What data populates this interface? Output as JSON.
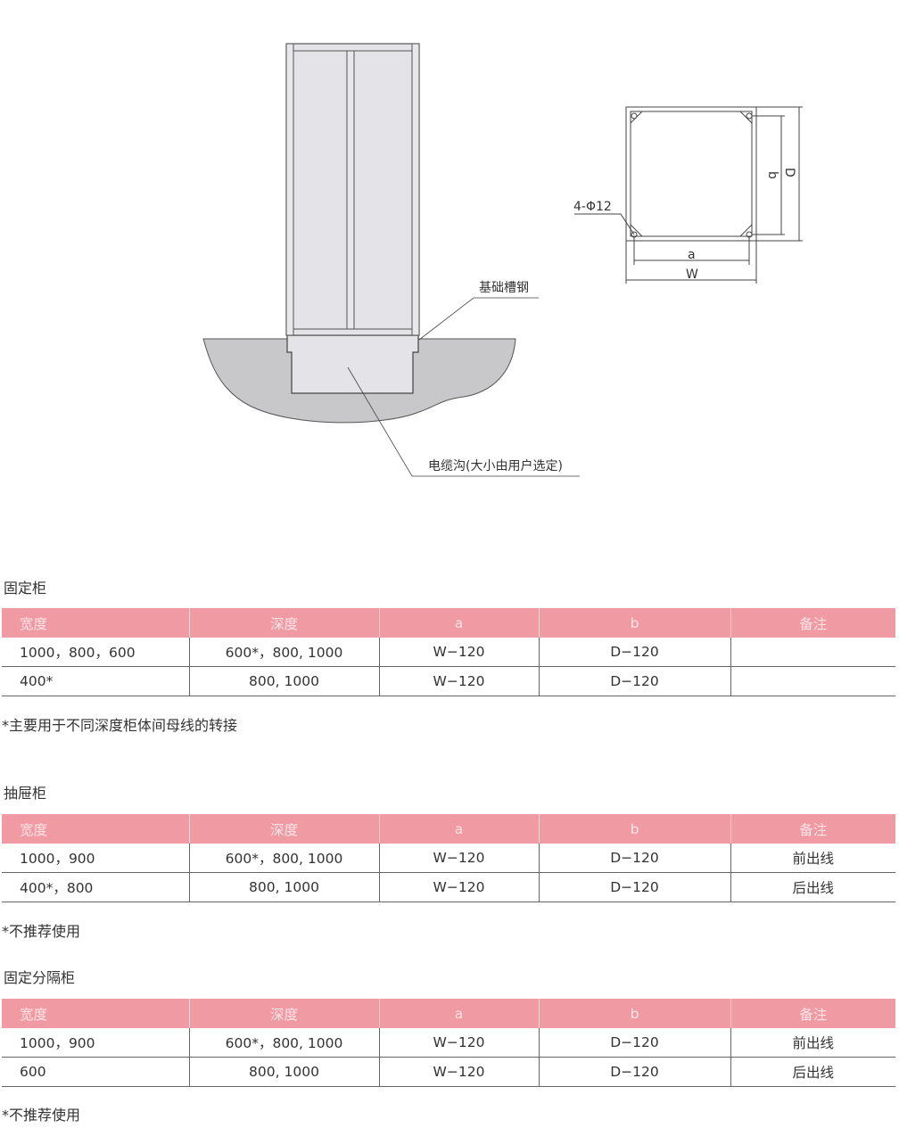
{
  "diagram": {
    "label_channel_steel": "基础槽钢",
    "label_cable_trench": "电缆沟(大小由用户选定)",
    "label_holes": "4-Φ12",
    "label_a": "a",
    "label_b": "b",
    "label_W": "W",
    "label_D": "D"
  },
  "columns": [
    "宽度",
    "深度",
    "a",
    "b",
    "备注"
  ],
  "sections": [
    {
      "title": "固定柜",
      "rows": [
        [
          "1000，800，600",
          "600*，800, 1000",
          "W−120",
          "D−120",
          ""
        ],
        [
          "400*",
          "800, 1000",
          "W−120",
          "D−120",
          ""
        ]
      ],
      "note": "*主要用于不同深度柜体间母线的转接"
    },
    {
      "title": "抽屉柜",
      "rows": [
        [
          "1000，900",
          "600*，800, 1000",
          "W−120",
          "D−120",
          "前出线"
        ],
        [
          "400*，800",
          "800, 1000",
          "W−120",
          "D−120",
          "后出线"
        ]
      ],
      "note": "*不推荐使用"
    },
    {
      "title": "固定分隔柜",
      "rows": [
        [
          "1000，900",
          "600*，800, 1000",
          "W−120",
          "D−120",
          "前出线"
        ],
        [
          "600",
          "800, 1000",
          "W−120",
          "D−120",
          "后出线"
        ]
      ],
      "note": "*不推荐使用"
    }
  ],
  "colors": {
    "header": "#f09ba4",
    "ground": "#c8c8ca",
    "cabinet": "#e3e3e8"
  }
}
